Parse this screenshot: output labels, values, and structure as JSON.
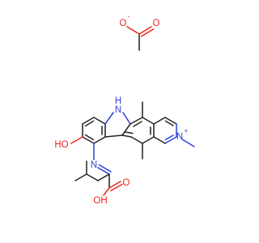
{
  "atoms": {
    "acetate_o_minus": "O",
    "acetate_charge": "-",
    "acetate_o_double": "O",
    "indole_nh": "N",
    "indole_h": "H",
    "pyridinium_n": "N",
    "pyridinium_charge": "+",
    "hydroxyl": "HO",
    "imine_n": "N",
    "acid_oh": "OH",
    "acid_o": "O"
  },
  "colors": {
    "bond": "#262626",
    "oxygen": "#e8281e",
    "nitrogen": "#2f43d9",
    "background": "#ffffff"
  }
}
